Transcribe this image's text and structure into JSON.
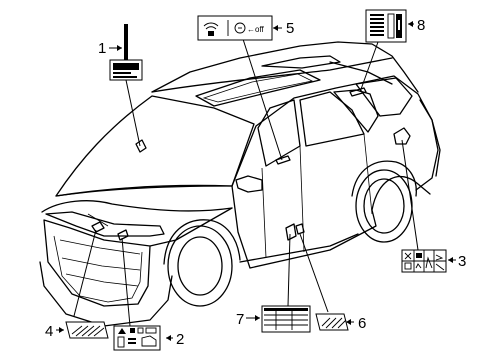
{
  "callouts": {
    "c1": "1",
    "c2": "2",
    "c3": "3",
    "c4": "4",
    "c5": "5",
    "c6": "6",
    "c7": "7",
    "c8": "8"
  },
  "label_marks": {
    "label5_arrow_text": "←off"
  }
}
